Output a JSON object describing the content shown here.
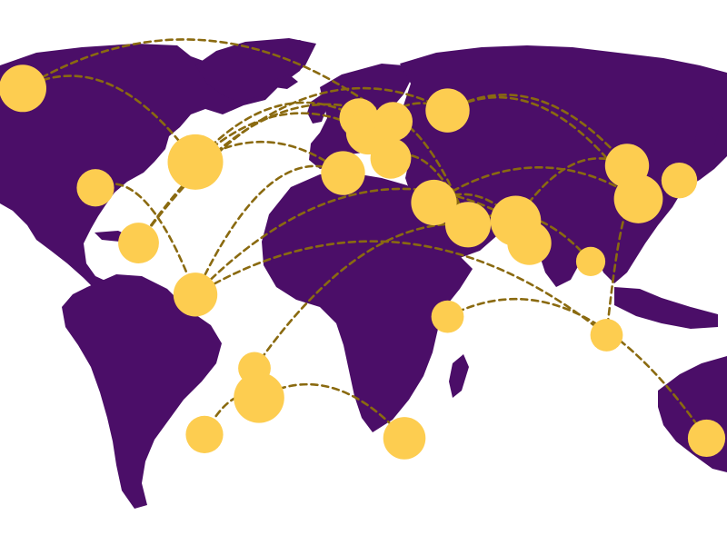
{
  "map": {
    "type": "connection-map",
    "projection": "equirectangular",
    "colors": {
      "background": "#ffffff",
      "land": "#4b0e68",
      "route": "#8a6a10",
      "city": "#fdcd50"
    },
    "marker_size_scale": "relative",
    "cities": [
      {
        "id": "anchorage",
        "lon": -150,
        "lat": 61,
        "size": 1.0
      },
      {
        "id": "new-york",
        "lon": -74,
        "lat": 41,
        "size": 1.25
      },
      {
        "id": "los-angeles",
        "lon": -118,
        "lat": 34,
        "size": 0.7
      },
      {
        "id": "mexico-city",
        "lon": -99,
        "lat": 19,
        "size": 0.8
      },
      {
        "id": "bogota",
        "lon": -74,
        "lat": 5,
        "size": 0.9
      },
      {
        "id": "brasilia",
        "lon": -48,
        "lat": -15,
        "size": 0.55
      },
      {
        "id": "sao-paulo",
        "lon": -46,
        "lat": -23,
        "size": 1.1
      },
      {
        "id": "santiago",
        "lon": -70,
        "lat": -33,
        "size": 0.7
      },
      {
        "id": "london",
        "lon": -2,
        "lat": 53,
        "size": 0.75
      },
      {
        "id": "paris",
        "lon": 2,
        "lat": 49,
        "size": 0.9
      },
      {
        "id": "berlin",
        "lon": 13,
        "lat": 52,
        "size": 0.75
      },
      {
        "id": "rome",
        "lon": 12,
        "lat": 42,
        "size": 0.8
      },
      {
        "id": "moscow",
        "lon": 37,
        "lat": 55,
        "size": 0.9
      },
      {
        "id": "lisbon",
        "lon": -9,
        "lat": 38,
        "size": 0.9
      },
      {
        "id": "cairo",
        "lon": 31,
        "lat": 30,
        "size": 0.95
      },
      {
        "id": "riyadh",
        "lon": 46,
        "lat": 24,
        "size": 0.95
      },
      {
        "id": "karachi",
        "lon": 67,
        "lat": 25,
        "size": 1.1
      },
      {
        "id": "mumbai",
        "lon": 73,
        "lat": 19,
        "size": 0.9
      },
      {
        "id": "beijing",
        "lon": 116,
        "lat": 40,
        "size": 0.9
      },
      {
        "id": "shanghai",
        "lon": 121,
        "lat": 31,
        "size": 1.05
      },
      {
        "id": "tokyo",
        "lon": 139,
        "lat": 36,
        "size": 0.65
      },
      {
        "id": "bangkok",
        "lon": 100,
        "lat": 14,
        "size": 0.45
      },
      {
        "id": "jakarta",
        "lon": 107,
        "lat": -6,
        "size": 0.55
      },
      {
        "id": "nairobi",
        "lon": 37,
        "lat": -1,
        "size": 0.55
      },
      {
        "id": "cape-town",
        "lon": 18,
        "lat": -34,
        "size": 0.85
      },
      {
        "id": "sydney",
        "lon": 151,
        "lat": -34,
        "size": 0.7
      }
    ],
    "routes": [
      [
        "anchorage",
        "berlin"
      ],
      [
        "anchorage",
        "new-york"
      ],
      [
        "new-york",
        "london"
      ],
      [
        "new-york",
        "paris"
      ],
      [
        "new-york",
        "lisbon"
      ],
      [
        "los-angeles",
        "bogota"
      ],
      [
        "mexico-city",
        "moscow"
      ],
      [
        "mexico-city",
        "berlin"
      ],
      [
        "bogota",
        "lisbon"
      ],
      [
        "bogota",
        "karachi"
      ],
      [
        "bogota",
        "jakarta"
      ],
      [
        "brasilia",
        "mumbai"
      ],
      [
        "sao-paulo",
        "cape-town"
      ],
      [
        "santiago",
        "sao-paulo"
      ],
      [
        "paris",
        "moscow"
      ],
      [
        "rome",
        "riyadh"
      ],
      [
        "london",
        "riyadh"
      ],
      [
        "moscow",
        "beijing"
      ],
      [
        "moscow",
        "shanghai"
      ],
      [
        "cairo",
        "shanghai"
      ],
      [
        "cairo",
        "karachi"
      ],
      [
        "riyadh",
        "bangkok"
      ],
      [
        "karachi",
        "beijing"
      ],
      [
        "nairobi",
        "sydney"
      ],
      [
        "shanghai",
        "jakarta"
      ]
    ]
  }
}
